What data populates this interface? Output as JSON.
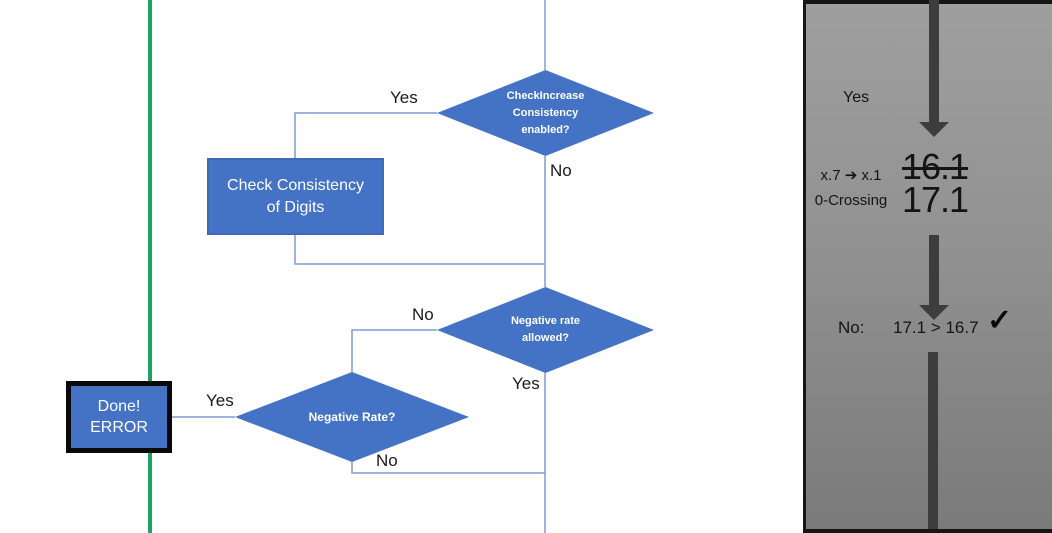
{
  "colors": {
    "shape_blue": "#4472c4",
    "shape_border": "#3f6ab5",
    "connector_blue": "#7f9ccf",
    "green_line": "#22a165",
    "panel_arrow_gray": "#3d3d3d",
    "done_border_black": "#0a0a0a"
  },
  "flowchart": {
    "diamond_check_increase": {
      "line1": "CheckIncrease",
      "line2": "Consistency",
      "line3": "enabled?"
    },
    "process_check_consistency": {
      "line1": "Check Consistency",
      "line2": "of Digits"
    },
    "diamond_negative_rate_allowed": {
      "line1": "Negative rate",
      "line2": "allowed?"
    },
    "diamond_negative_rate": {
      "line1": "Negative Rate?"
    },
    "terminator_done_error": {
      "line1": "Done!",
      "line2": "ERROR"
    },
    "edge_labels": {
      "yes_top": "Yes",
      "no_top": "No",
      "no_mid": "No",
      "yes_mid": "Yes",
      "yes_done": "Yes",
      "no_bottom": "No"
    }
  },
  "panel": {
    "yes_label": "Yes",
    "rule_line1": "x.7 ➔ x.1",
    "rule_line2": "0-Crossing",
    "old_value": "16.1",
    "new_value": "17.1",
    "result_label": "No:",
    "result_comparison": "17.1 > 16.7",
    "checkmark": "✓"
  }
}
